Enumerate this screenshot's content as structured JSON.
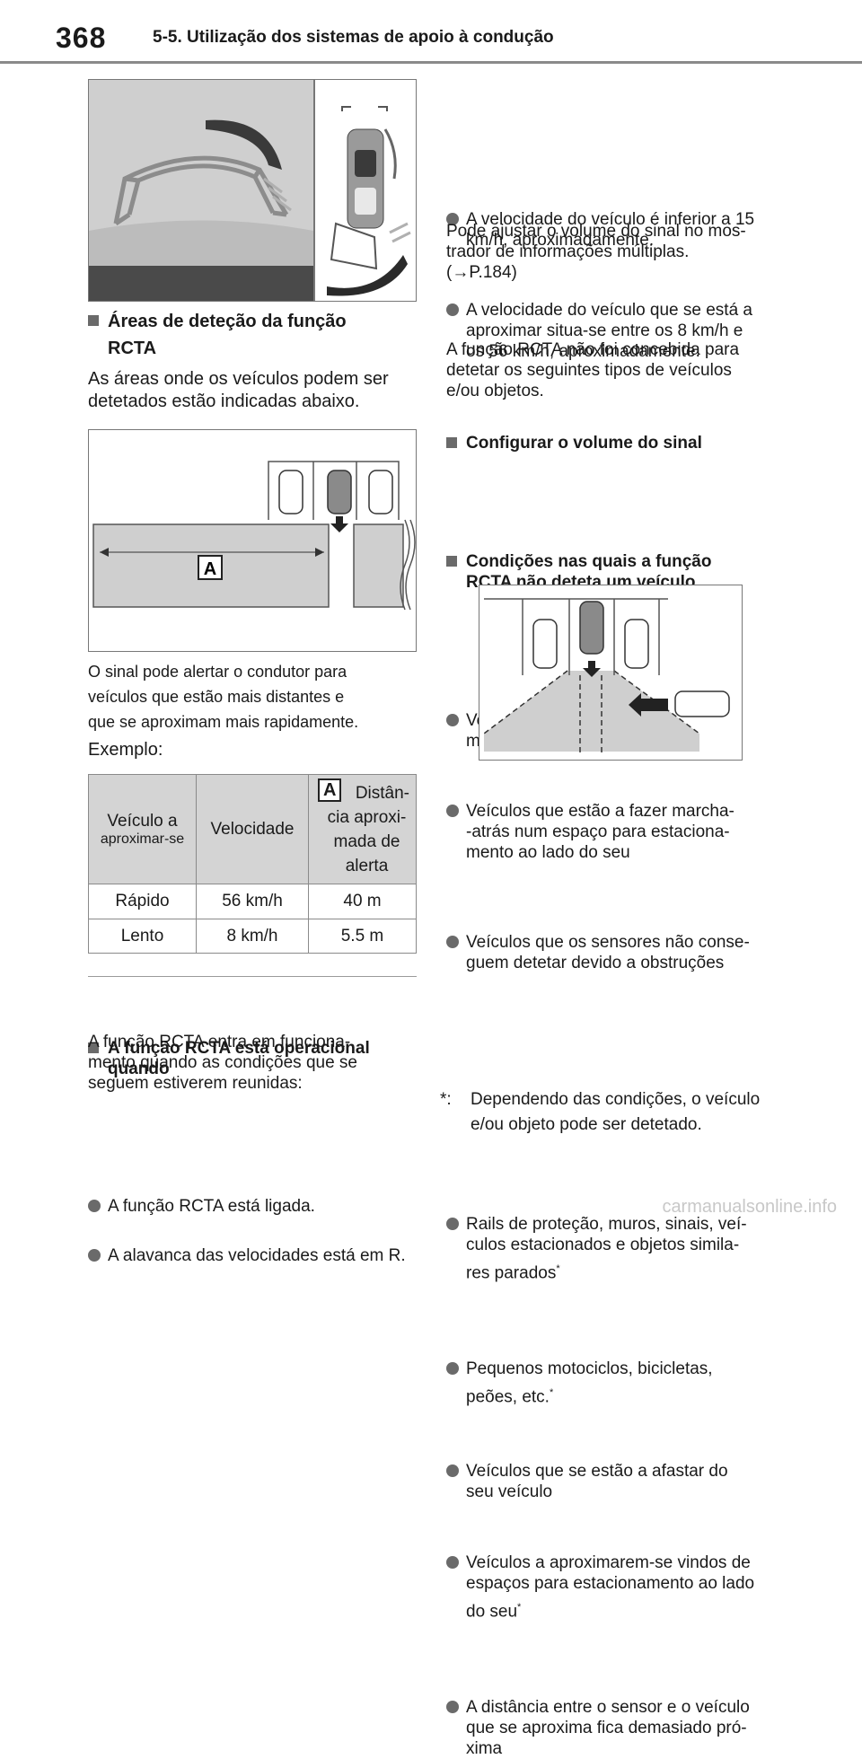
{
  "header": {
    "page_number": "368",
    "section_title": "5-5. Utilização dos sistemas de apoio à condução"
  },
  "left": {
    "areas_heading_line1": "Áreas de deteção da função",
    "areas_heading_line2": "RCTA",
    "areas_text_line1": "As áreas onde os veículos podem ser",
    "areas_text_line2": "detetados estão indicadas abaixo.",
    "area_label": "A",
    "alert_text_line1": "O sinal pode alertar o condutor para",
    "alert_text_line2": "veículos que estão mais distantes e",
    "alert_text_line3": "que se aproximam mais rapidamente.",
    "example_label": "Exemplo:",
    "table": {
      "col1_line1": "Veículo a",
      "col1_line2": "aproximar-se",
      "col2": "Velocidade",
      "col3_badge": "A",
      "col3_line1": "Distân-",
      "col3_line2": "cia aproxi-",
      "col3_line3": "mada de",
      "col3_line4": "alerta",
      "rows": [
        [
          "Rápido",
          "56 km/h",
          "40 m"
        ],
        [
          "Lento",
          "8 km/h",
          "5.5 m"
        ]
      ]
    },
    "operational_heading_line1": "A função RCTA está operacional",
    "operational_heading_line2": "quando",
    "operational_text_line1": "A função RCTA entra em funciona-",
    "operational_text_line2": "mento quando as condições que se",
    "operational_text_line3": "seguem estiverem reunidas:",
    "bullet1": "A função RCTA está ligada.",
    "bullet2": "A alavanca das velocidades está em R."
  },
  "right": {
    "b1_line1": "A velocidade do veículo é inferior a 15",
    "b1_line2": "km/h, aproximadamente.",
    "b2_line1": "A velocidade do veículo que se está a",
    "b2_line2": "aproximar situa-se entre os 8 km/h e",
    "b2_line3": "os 56 km/h, aproximadamente.",
    "volume_heading": "Configurar o volume do sinal",
    "volume_line1": "Pode ajustar o volume do sinal no mos-",
    "volume_line2": "trador de informações múltiplas.",
    "volume_line3": "(→P.184)",
    "cond_heading_line1": "Condições nas quais a função",
    "cond_heading_line2": "RCTA não deteta um veículo",
    "cond_line1": "A função RCTA não foi concebida para",
    "cond_line2": "detetar os seguintes tipos de veículos",
    "cond_line3": "e/ou objetos.",
    "c1_line1": "Veículos a aproximarem-se direta-",
    "c1_line2": "mente por trás.",
    "c2_line1": "Veículos que estão a fazer marcha-",
    "c2_line2": "-atrás num espaço para estaciona-",
    "c2_line3": "mento ao lado do seu",
    "c3_line1": "Veículos que os sensores não conse-",
    "c3_line2": "guem detetar devido a obstruções",
    "c4_line1": "Rails de proteção, muros, sinais, veí-",
    "c4_line2": "culos estacionados e objetos simila-",
    "c4_line3": "res parados",
    "c5_line1": "Pequenos motociclos, bicicletas,",
    "c5_line2": "peões, etc.",
    "c6_line1": "Veículos que se estão a afastar do",
    "c6_line2": "seu veículo",
    "c7_line1": "Veículos a aproximarem-se vindos de",
    "c7_line2": "espaços para estacionamento ao lado",
    "c7_line3": "do seu",
    "c8_line1": "A distância entre o sensor e o veículo",
    "c8_line2": "que se aproxima fica demasiado pró-",
    "c8_line3": "xima",
    "asterisk": "*",
    "footnote_mark": "*:",
    "footnote_line1": "Dependendo das condições, o veículo",
    "footnote_line2": "e/ou objeto pode ser detetado."
  },
  "watermark": "carmanualsonline.info"
}
